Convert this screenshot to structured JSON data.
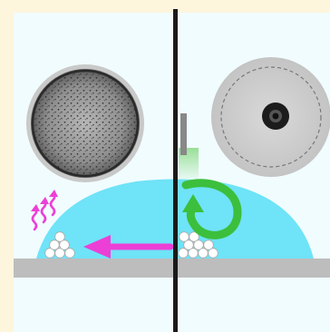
{
  "colors": {
    "frame_background": "#fdf5dc",
    "panel_background": "#f1fcff",
    "droplet": "#6fe3f7",
    "substrate": "#bdbdbd",
    "divider": "#1a1a1a",
    "outward_flow_arrow": "#ec3fd6",
    "evaporation_arrows": "#ec3fd6",
    "recirculation_arrow": "#3cbf3c",
    "heated_tip_glow": "#a8e6a2",
    "particles": "#ffffff",
    "particle_outline": "#aaaaaa"
  },
  "panels": {
    "left": {
      "flow": "outward-capillary-flow",
      "deposit": "coffee-ring",
      "photo": "uniform-ring-deposit-micrograph",
      "icons": [
        "evaporation-arrows-icon",
        "outward-flow-arrow-icon"
      ]
    },
    "right": {
      "flow": "marangoni-recirculation",
      "deposit": "central-dot",
      "photo": "central-spot-deposit-micrograph",
      "icons": [
        "heater-probe-icon",
        "recirculation-arrow-icon"
      ]
    }
  }
}
